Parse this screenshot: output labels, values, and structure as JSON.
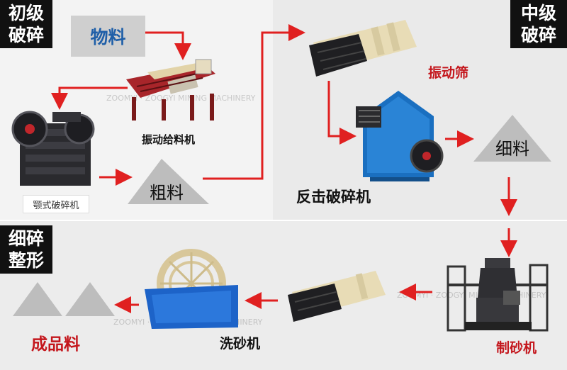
{
  "stages": {
    "primary": "初级\n破碎",
    "secondary": "中级\n破碎",
    "fine": "细碎\n整形"
  },
  "input_box": {
    "label": "物料"
  },
  "machines": {
    "vibrating_feeder": "振动给料机",
    "jaw_crusher": "颚式破碎机",
    "vibrating_screen": "振动筛",
    "impact_crusher": "反击破碎机",
    "sand_maker": "制砂机",
    "sand_washer": "洗砂机"
  },
  "materials": {
    "coarse": "粗料",
    "fine": "细料"
  },
  "output": {
    "label": "成品料"
  },
  "watermark": "ZOOMYI · ZOOGYI MINING MACHINERY",
  "colors": {
    "arrow": "#e02020",
    "label_red": "#c4161c",
    "input_text": "#1f5fa8",
    "tag_bg": "#111111",
    "band": "#e9e9e9"
  }
}
